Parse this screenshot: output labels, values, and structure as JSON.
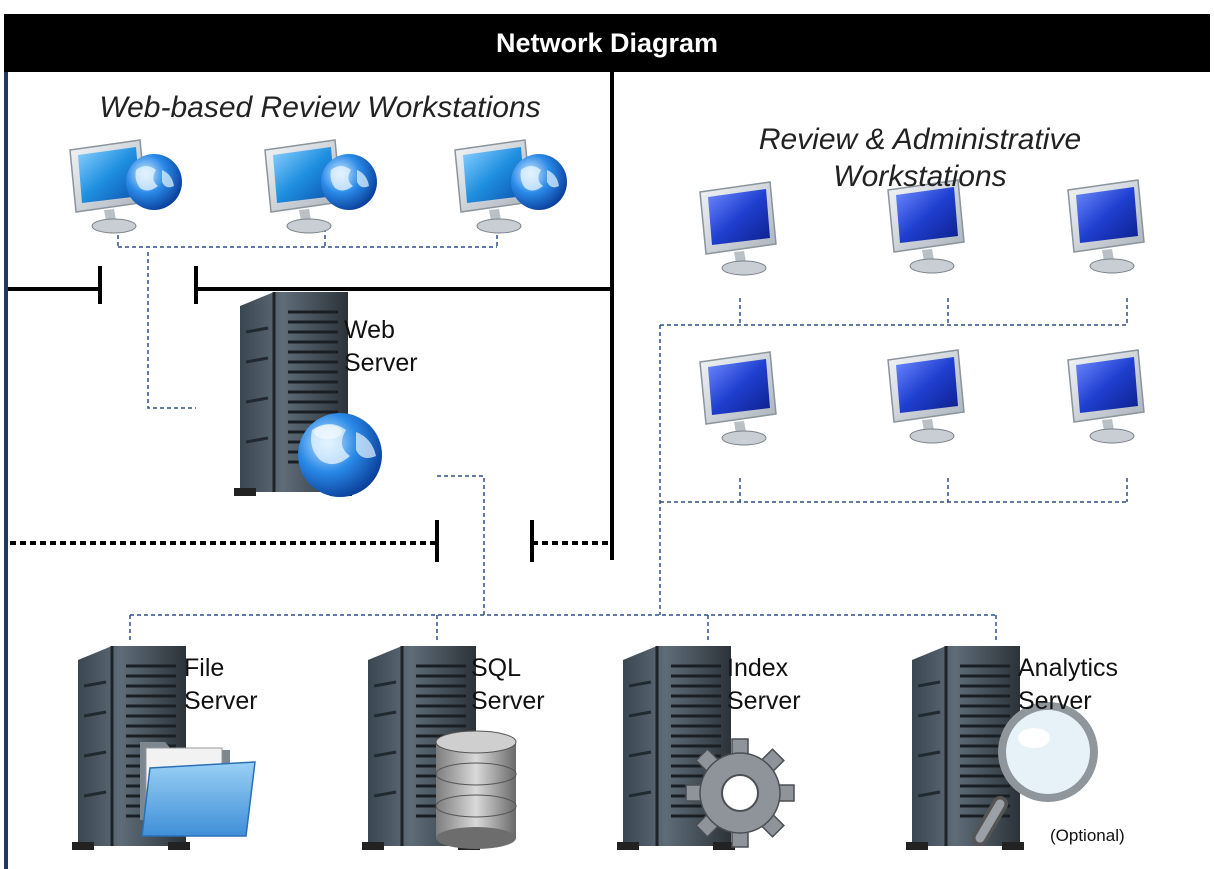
{
  "title": "Network Diagram",
  "zones": {
    "web_review": {
      "title": "Web-based Review Workstations"
    },
    "admin_review": {
      "title": "Review & Administrative Workstations"
    }
  },
  "web_server": {
    "label": "Web\nServer"
  },
  "servers": [
    {
      "id": "file",
      "label": "File\nServer",
      "icon": "folder-icon"
    },
    {
      "id": "sql",
      "label": "SQL\nServer",
      "icon": "database-icon"
    },
    {
      "id": "index",
      "label": "Index\nServer",
      "icon": "gear-icon"
    },
    {
      "id": "analytics",
      "label": "Analytics\nServer",
      "icon": "magnifier-icon",
      "note": "(Optional)"
    }
  ],
  "colors": {
    "connector": "#2e4f86",
    "header_bg": "#000000",
    "monitor_screen": "#1a3fbf",
    "globe": "#2a7de1"
  }
}
